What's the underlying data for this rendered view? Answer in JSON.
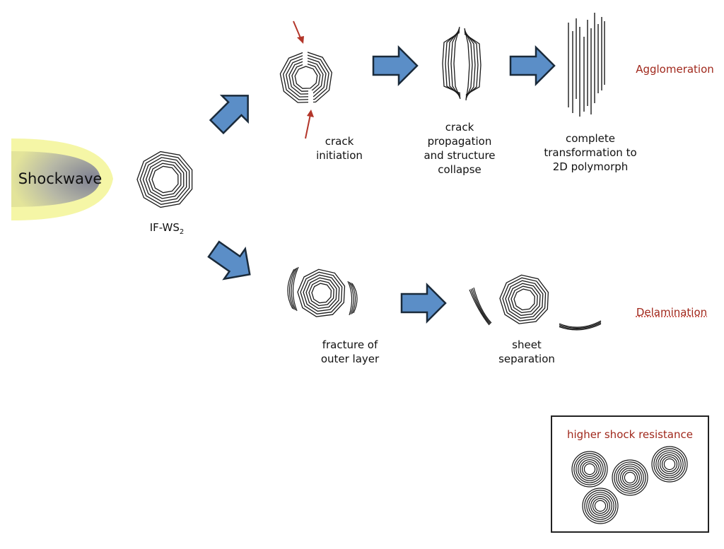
{
  "source": {
    "label": "Shockwave"
  },
  "particle": {
    "label": "IF-WS",
    "subscript": "2"
  },
  "agglomeration": {
    "pathway_label": "Agglomeration",
    "steps": [
      {
        "lines": [
          "crack",
          "initiation"
        ]
      },
      {
        "lines": [
          "crack",
          "propagation",
          "and structure",
          "collapse"
        ]
      },
      {
        "lines": [
          "complete",
          "transformation to",
          "2D polymorph"
        ]
      }
    ]
  },
  "delamination": {
    "pathway_label": "Delamination",
    "steps": [
      {
        "lines": [
          "fracture of",
          "outer layer"
        ]
      },
      {
        "lines": [
          "sheet",
          "separation"
        ]
      }
    ]
  },
  "inset": {
    "title": "higher shock resistance"
  },
  "colors": {
    "arrow_fill": "#5b8ec7",
    "arrow_stroke": "#1a2a3a",
    "accent_red": "#a0281c",
    "shock_glow": "#f6f7a8",
    "shock_core": "#8a8d9c"
  }
}
